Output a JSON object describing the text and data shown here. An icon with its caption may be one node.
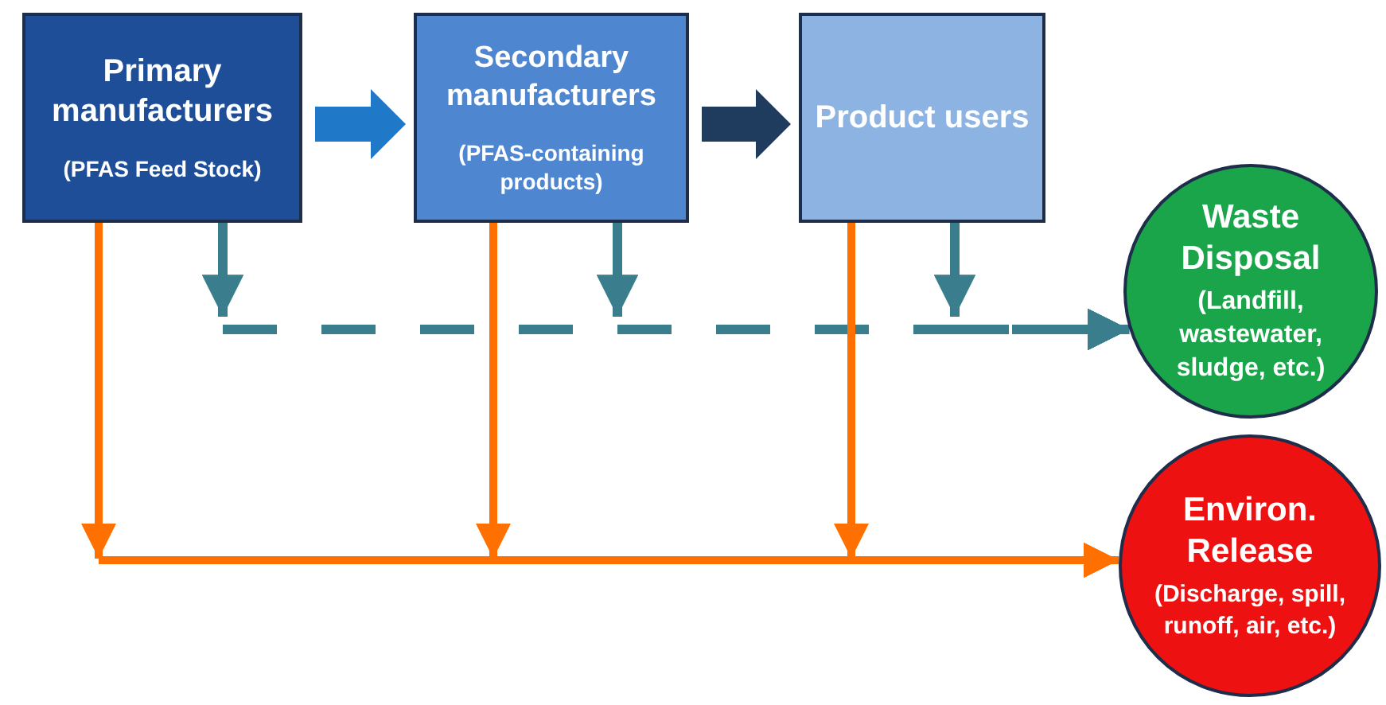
{
  "diagram": {
    "nodes": [
      {
        "text": [
          "Primary manufacturers",
          "(PFAS Feed Stock)"
        ]
      },
      {
        "text": [
          "Secondary manufacturers",
          "(PFAS-containing products)"
        ]
      },
      {
        "text": [
          "Product users"
        ]
      },
      {
        "text": [
          "Waste Disposal",
          "(Landfill, wastewater, sludge, etc.)"
        ]
      },
      {
        "text": [
          "Environ. Release",
          "(Discharge, spill, runoff, air, etc.)"
        ]
      }
    ],
    "edges": [
      {
        "from": 0,
        "to": 1,
        "arrow": "to",
        "style": "thick",
        "color": "#1f78c8"
      },
      {
        "from": 1,
        "to": 2,
        "arrow": "to",
        "style": "thick",
        "color": "#1f3b5e"
      },
      {
        "from": 0,
        "to": 3,
        "arrow": "to",
        "style": "dashed",
        "color": "#3a7d8c"
      },
      {
        "from": 1,
        "to": 3,
        "arrow": "to",
        "style": "dashed",
        "color": "#3a7d8c"
      },
      {
        "from": 2,
        "to": 3,
        "arrow": "to",
        "style": "dashed",
        "color": "#3a7d8c"
      },
      {
        "from": 0,
        "to": 4,
        "arrow": "to",
        "color": "#ff7000"
      },
      {
        "from": 1,
        "to": 4,
        "arrow": "to",
        "color": "#ff7000"
      },
      {
        "from": 2,
        "to": 4,
        "arrow": "to",
        "color": "#ff7000"
      }
    ]
  }
}
